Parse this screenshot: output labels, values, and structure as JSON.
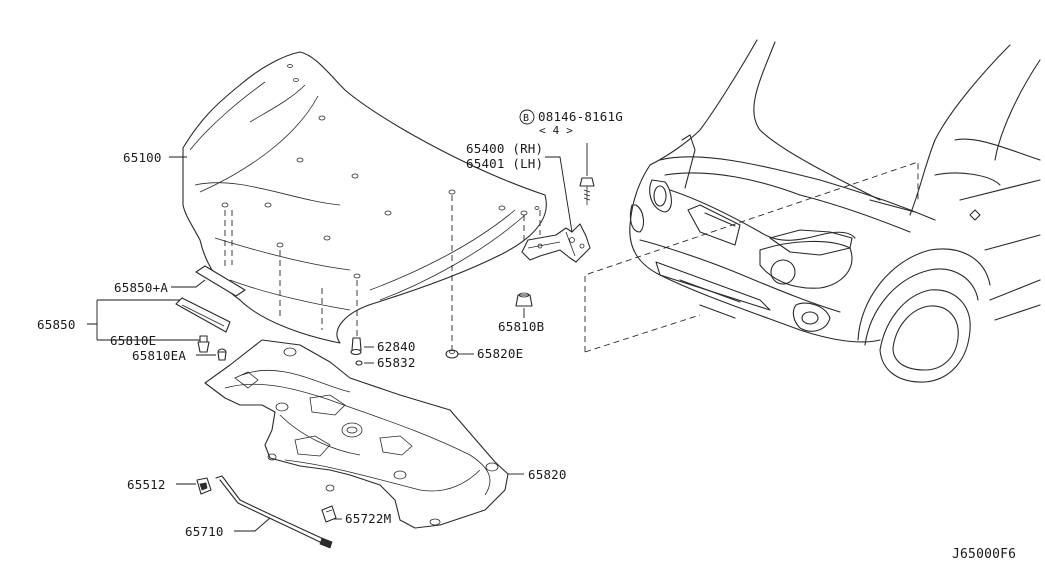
{
  "diagram_id": "J65000F6",
  "parts": {
    "p65100": "65100",
    "p65850A": "65850+A",
    "p65850": "65850",
    "p65810E": "65810E",
    "p65810EA": "65810EA",
    "p62840": "62840",
    "p65832": "65832",
    "p65820E": "65820E",
    "p65810B": "65810B",
    "p65400": "65400 (RH)",
    "p65401": "65401 (LH)",
    "p08146": "08146-8161G",
    "p08146_qty": "< 4 >",
    "p08146_prefix": "B",
    "p65820": "65820",
    "p65512": "65512",
    "p65710": "65710",
    "p65722M": "65722M"
  }
}
